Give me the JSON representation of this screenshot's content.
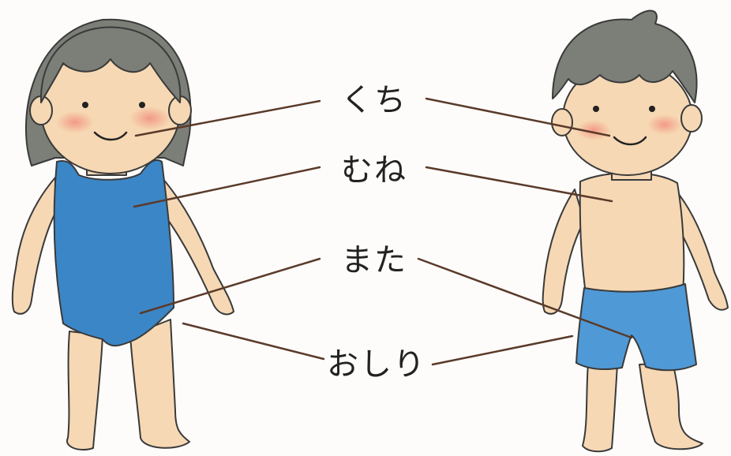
{
  "labels": {
    "mouth": "くち",
    "chest": "むね",
    "crotch": "また",
    "buttocks": "おしり"
  },
  "colors": {
    "skin": "#f6d8b4",
    "skin_shade": "#e8a97e",
    "hair": "#7b7f78",
    "swimsuit": "#3b86c6",
    "trunks": "#4f99d6",
    "leader_line": "#5a3a2a",
    "outline": "#3a3a3a",
    "cheek": "#f0a090"
  }
}
